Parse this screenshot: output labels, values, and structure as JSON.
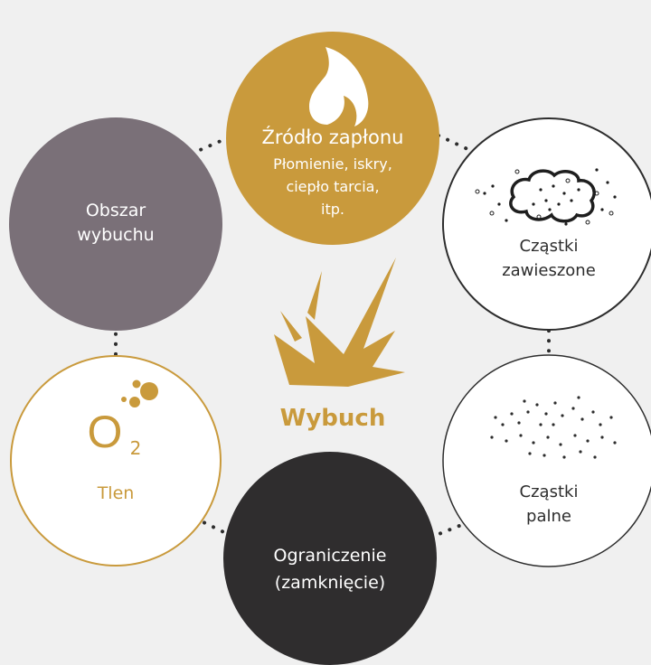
{
  "colors": {
    "background": "#f0f0f0",
    "gold": "#c99a3c",
    "mauve": "#7a7078",
    "charcoal": "#2f2d2e",
    "outline_dark": "#2d2d2d",
    "white": "#ffffff"
  },
  "center": {
    "label": "Wybuch",
    "icon": "explosion-icon"
  },
  "nodes": {
    "ignition": {
      "title": "Źródło zapłonu",
      "lines": [
        "Płomienie, iskry,",
        "ciepło tarcia,",
        "itp."
      ],
      "icon": "flame-icon"
    },
    "suspended": {
      "lines": [
        "Cząstki",
        "zawieszone"
      ],
      "icon": "dust-cloud-icon"
    },
    "combustible": {
      "lines": [
        "Cząstki",
        "palne"
      ],
      "icon": "particles-icon"
    },
    "confinement": {
      "lines": [
        "Ograniczenie",
        "(zamknięcie)"
      ]
    },
    "oxygen": {
      "formula": "O",
      "subscript": "2",
      "label": "Tlen",
      "icon": "oxygen-bubbles-icon"
    },
    "explosion_area": {
      "lines": [
        "Obszar",
        "wybuchu"
      ]
    }
  }
}
